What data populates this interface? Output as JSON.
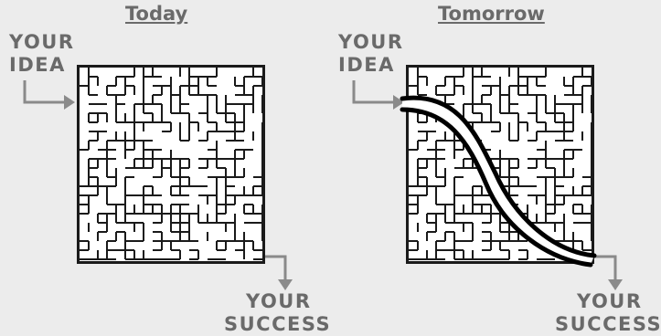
{
  "left_panel": {
    "title": "Today",
    "start_label_line1": "YOUR",
    "start_label_line2": "IDEA",
    "end_label_line1": "YOUR",
    "end_label_line2": "SUCCESS"
  },
  "right_panel": {
    "title": "Tomorrow",
    "start_label_line1": "YOUR",
    "start_label_line2": "IDEA",
    "end_label_line1": "YOUR",
    "end_label_line2": "SUCCESS"
  },
  "colors": {
    "background": "#ececec",
    "label_gray": "#6a6a6a",
    "maze_wall": "#1a1a1a",
    "path_stroke": "#000000"
  }
}
